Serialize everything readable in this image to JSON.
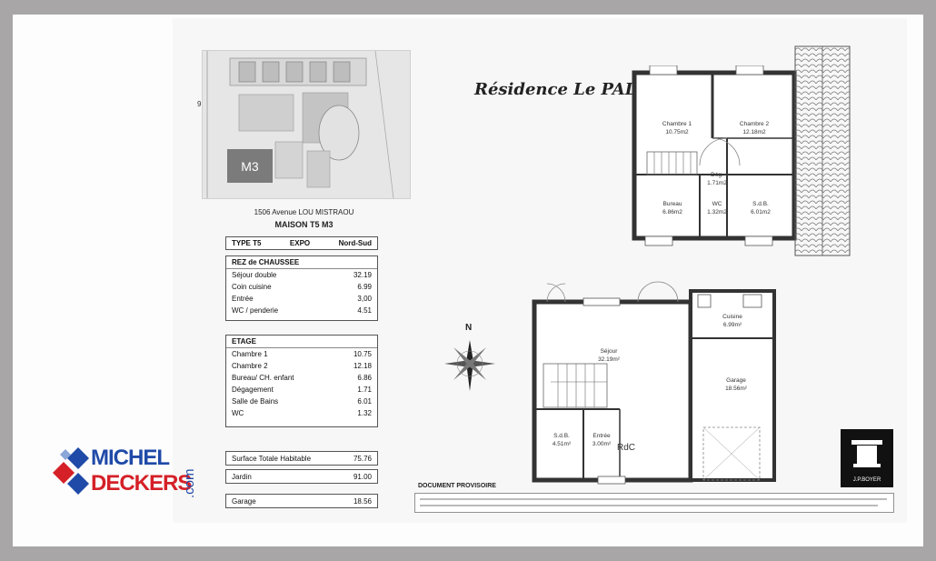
{
  "residence_title": "Résidence Le PALMA",
  "address": "1506 Avenue LOU MISTRAOU",
  "house_name": "MAISON T5  M3",
  "site_plan": {
    "lot_label": "M3",
    "margin_mark": "9"
  },
  "type_row": {
    "type_label": "TYPE T5",
    "expo_label": "EXPO",
    "expo_value": "Nord-Sud"
  },
  "ground_floor": {
    "heading": "REZ de CHAUSSEE",
    "rows": [
      {
        "label": "Séjour double",
        "value": "32.19"
      },
      {
        "label": "Coin cuisine",
        "value": "6.99"
      },
      {
        "label": "Entrée",
        "value": "3,00"
      },
      {
        "label": "WC / penderie",
        "value": "4.51"
      }
    ]
  },
  "upper_floor": {
    "heading": "ETAGE",
    "rows": [
      {
        "label": "Chambre 1",
        "value": "10.75"
      },
      {
        "label": "Chambre 2",
        "value": "12.18"
      },
      {
        "label": "Bureau/ CH. enfant",
        "value": "6.86"
      },
      {
        "label": "Dégagement",
        "value": "1.71"
      },
      {
        "label": "Salle de Bains",
        "value": "6.01"
      },
      {
        "label": "WC",
        "value": "1.32"
      }
    ]
  },
  "totals": [
    {
      "label": "Surface Totale Habitable",
      "value": "75.76"
    },
    {
      "label": "Jardin",
      "value": "91.00"
    },
    {
      "label": "Garage",
      "value": "18.56"
    }
  ],
  "upper_plan_rooms": [
    {
      "name": "Chambre 1",
      "area": "10.75m2"
    },
    {
      "name": "Chambre 2",
      "area": "12.18m2"
    },
    {
      "name": "Dég.",
      "area": "1.71m2"
    },
    {
      "name": "Bureau",
      "area": "6.86m2"
    },
    {
      "name": "WC",
      "area": "1.32m2"
    },
    {
      "name": "S.d.B.",
      "area": "6.01m2"
    }
  ],
  "ground_plan_rooms": [
    {
      "name": "Séjour",
      "area": "32.19m²"
    },
    {
      "name": "Cuisine",
      "area": "6.99m²"
    },
    {
      "name": "Garage",
      "area": "18.56m²"
    },
    {
      "name": "S.d.B.",
      "area": "4.51m²"
    },
    {
      "name": "Entrée",
      "area": "3.00m²"
    }
  ],
  "level_label": "RdC",
  "compass_label": "N",
  "document_status": "DOCUMENT PROVISOIRE",
  "architect_logo": "J.P.BOYER",
  "agency_logo": {
    "line1": "MICHEL",
    "line2": "DECKERS",
    "suffix": ".com"
  },
  "colors": {
    "brand_blue": "#1f4aa8",
    "brand_red": "#d52027"
  }
}
